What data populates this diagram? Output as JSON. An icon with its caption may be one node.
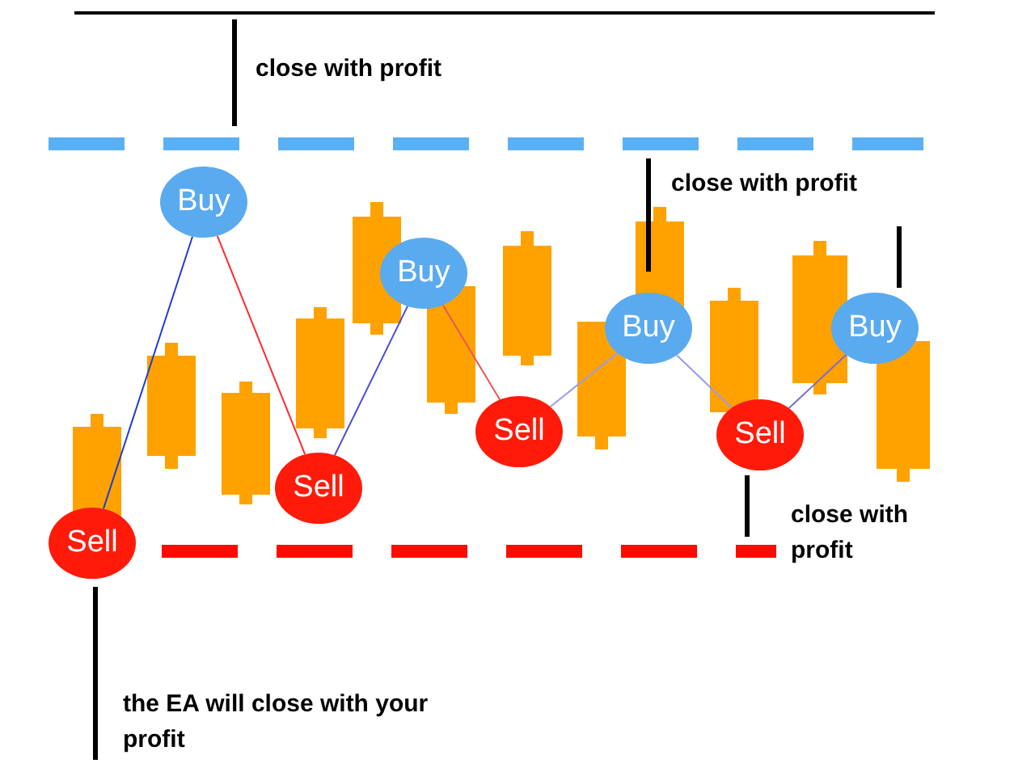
{
  "diagram": {
    "nodes": [
      {
        "text": [
          "Sell"
        ]
      },
      {
        "text": [
          "Buy"
        ]
      },
      {
        "text": [
          "Sell"
        ]
      },
      {
        "text": [
          "Buy"
        ]
      },
      {
        "text": [
          "Sell"
        ]
      },
      {
        "text": [
          "Buy"
        ]
      },
      {
        "text": [
          "Sell"
        ]
      },
      {
        "text": [
          "Buy"
        ]
      }
    ],
    "edges": [
      {
        "from": 0,
        "to": 1,
        "arrow": "none",
        "color": "#1f3bd6"
      },
      {
        "from": 1,
        "to": 2,
        "arrow": "none",
        "color": "#ff2a2a"
      },
      {
        "from": 2,
        "to": 3,
        "arrow": "none",
        "color": "#4a4ae0"
      },
      {
        "from": 3,
        "to": 4,
        "arrow": "none",
        "color": "#ee5555"
      },
      {
        "from": 4,
        "to": 5,
        "arrow": "none",
        "color": "#9a9aee"
      },
      {
        "from": 5,
        "to": 6,
        "arrow": "none",
        "color": "#9a9aee"
      },
      {
        "from": 6,
        "to": 7,
        "arrow": "none",
        "color": "#7a6ad0"
      }
    ],
    "labels": [
      "close with profit",
      "close with profit",
      "close with profit",
      "the EA will close with your profit"
    ]
  }
}
